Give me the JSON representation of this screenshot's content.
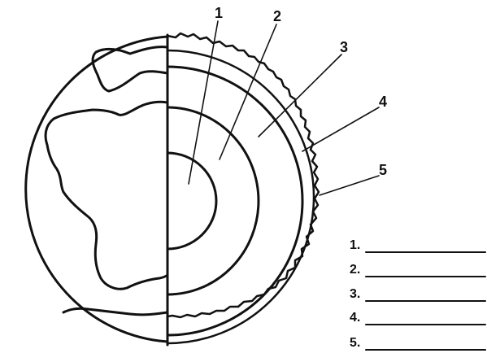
{
  "callouts": [
    {
      "label": "1"
    },
    {
      "label": "2"
    },
    {
      "label": "3"
    },
    {
      "label": "4"
    },
    {
      "label": "5"
    }
  ],
  "answer_blanks": [
    {
      "label": "1."
    },
    {
      "label": "2."
    },
    {
      "label": "3."
    },
    {
      "label": "4."
    },
    {
      "label": "5."
    }
  ]
}
